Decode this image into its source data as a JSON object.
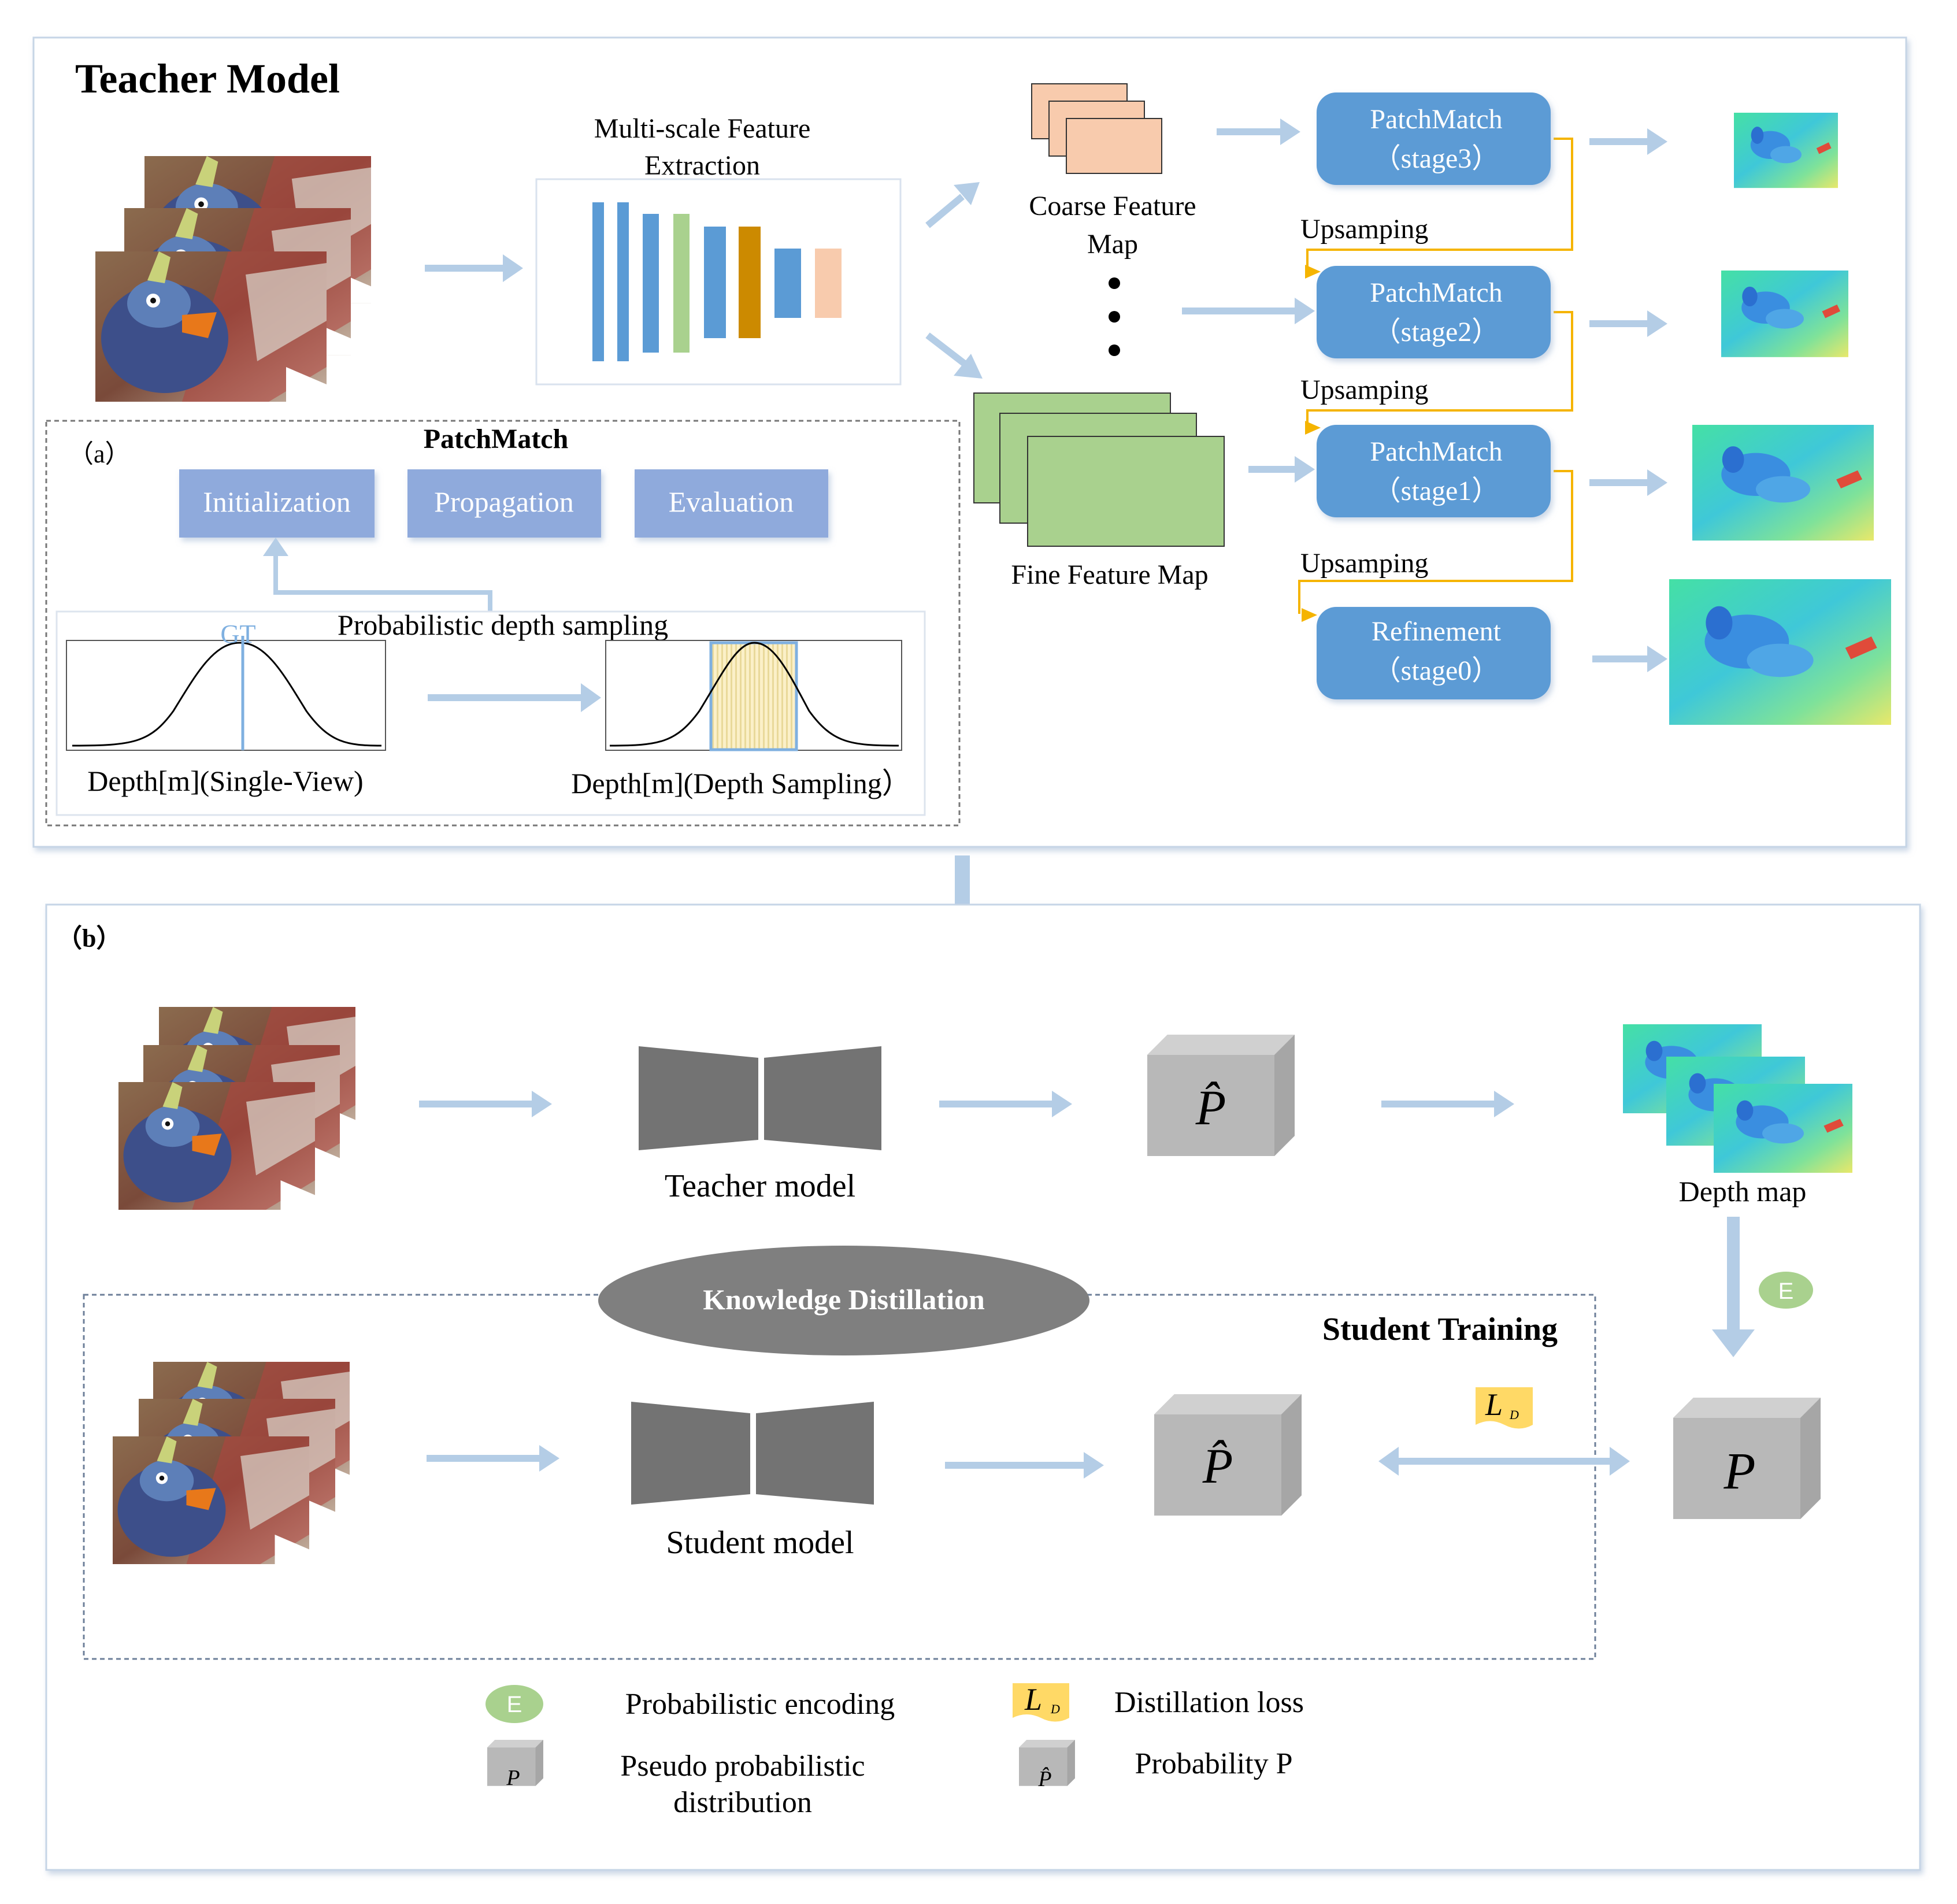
{
  "teacher": {
    "title": "Teacher Model",
    "feature_extraction_line1": "Multi-scale Feature",
    "feature_extraction_line2": "Extraction",
    "coarse_line1": "Coarse Feature",
    "coarse_line2": "Map",
    "fine": "Fine Feature Map",
    "stages": [
      {
        "line1": "PatchMatch",
        "line2": "（stage3）"
      },
      {
        "line1": "PatchMatch",
        "line2": "（stage2）"
      },
      {
        "line1": "PatchMatch",
        "line2": "（stage1）"
      },
      {
        "line1": "Refinement",
        "line2": "（stage0）"
      }
    ],
    "upsampling": [
      "Upsamping",
      "Upsamping",
      "Upsamping"
    ]
  },
  "patchmatch_box": {
    "label": "（a）",
    "title": "PatchMatch",
    "steps": [
      "Initialization",
      "Propagation",
      "Evaluation"
    ],
    "sampling_label": "Probabilistic depth sampling",
    "gt_label": "GT",
    "left_caption": "Depth[m](Single-View)",
    "right_caption": "Depth[m](Depth Sampling）"
  },
  "part_b": {
    "label": "（b）",
    "teacher_model": "Teacher model",
    "depth_map": "Depth map",
    "p_hat": "P̂",
    "p": "P",
    "e_badge": "E",
    "ld_main": "L",
    "ld_sub": "D",
    "kd_label": "Knowledge Distillation",
    "student_training": "Student Training",
    "student_model": "Student model"
  },
  "legend": {
    "e_badge": "E",
    "prob_encoding": "Probabilistic encoding",
    "ld_main": "L",
    "ld_sub": "D",
    "distill_loss": "Distillation loss",
    "cube_p": "P",
    "pseudo_line1": "Pseudo probabilistic",
    "pseudo_line2": "distribution",
    "cube_phat": "P̂",
    "prob_p": "Probability P"
  },
  "colors": {
    "arrow": "#b4cde6",
    "stage_box": "#5b9bd5",
    "step_box": "#8faadc",
    "upsample_line": "#f5b400",
    "coarse_fill": "#f8cbad",
    "fine_fill": "#a9d18e",
    "cube": "#bfbfbf",
    "encoder": "#737373",
    "kd_ellipse": "#7f7f7f",
    "e_badge": "#a9d18e",
    "ld_badge": "#ffd966",
    "frame": "#c6d5e6"
  }
}
